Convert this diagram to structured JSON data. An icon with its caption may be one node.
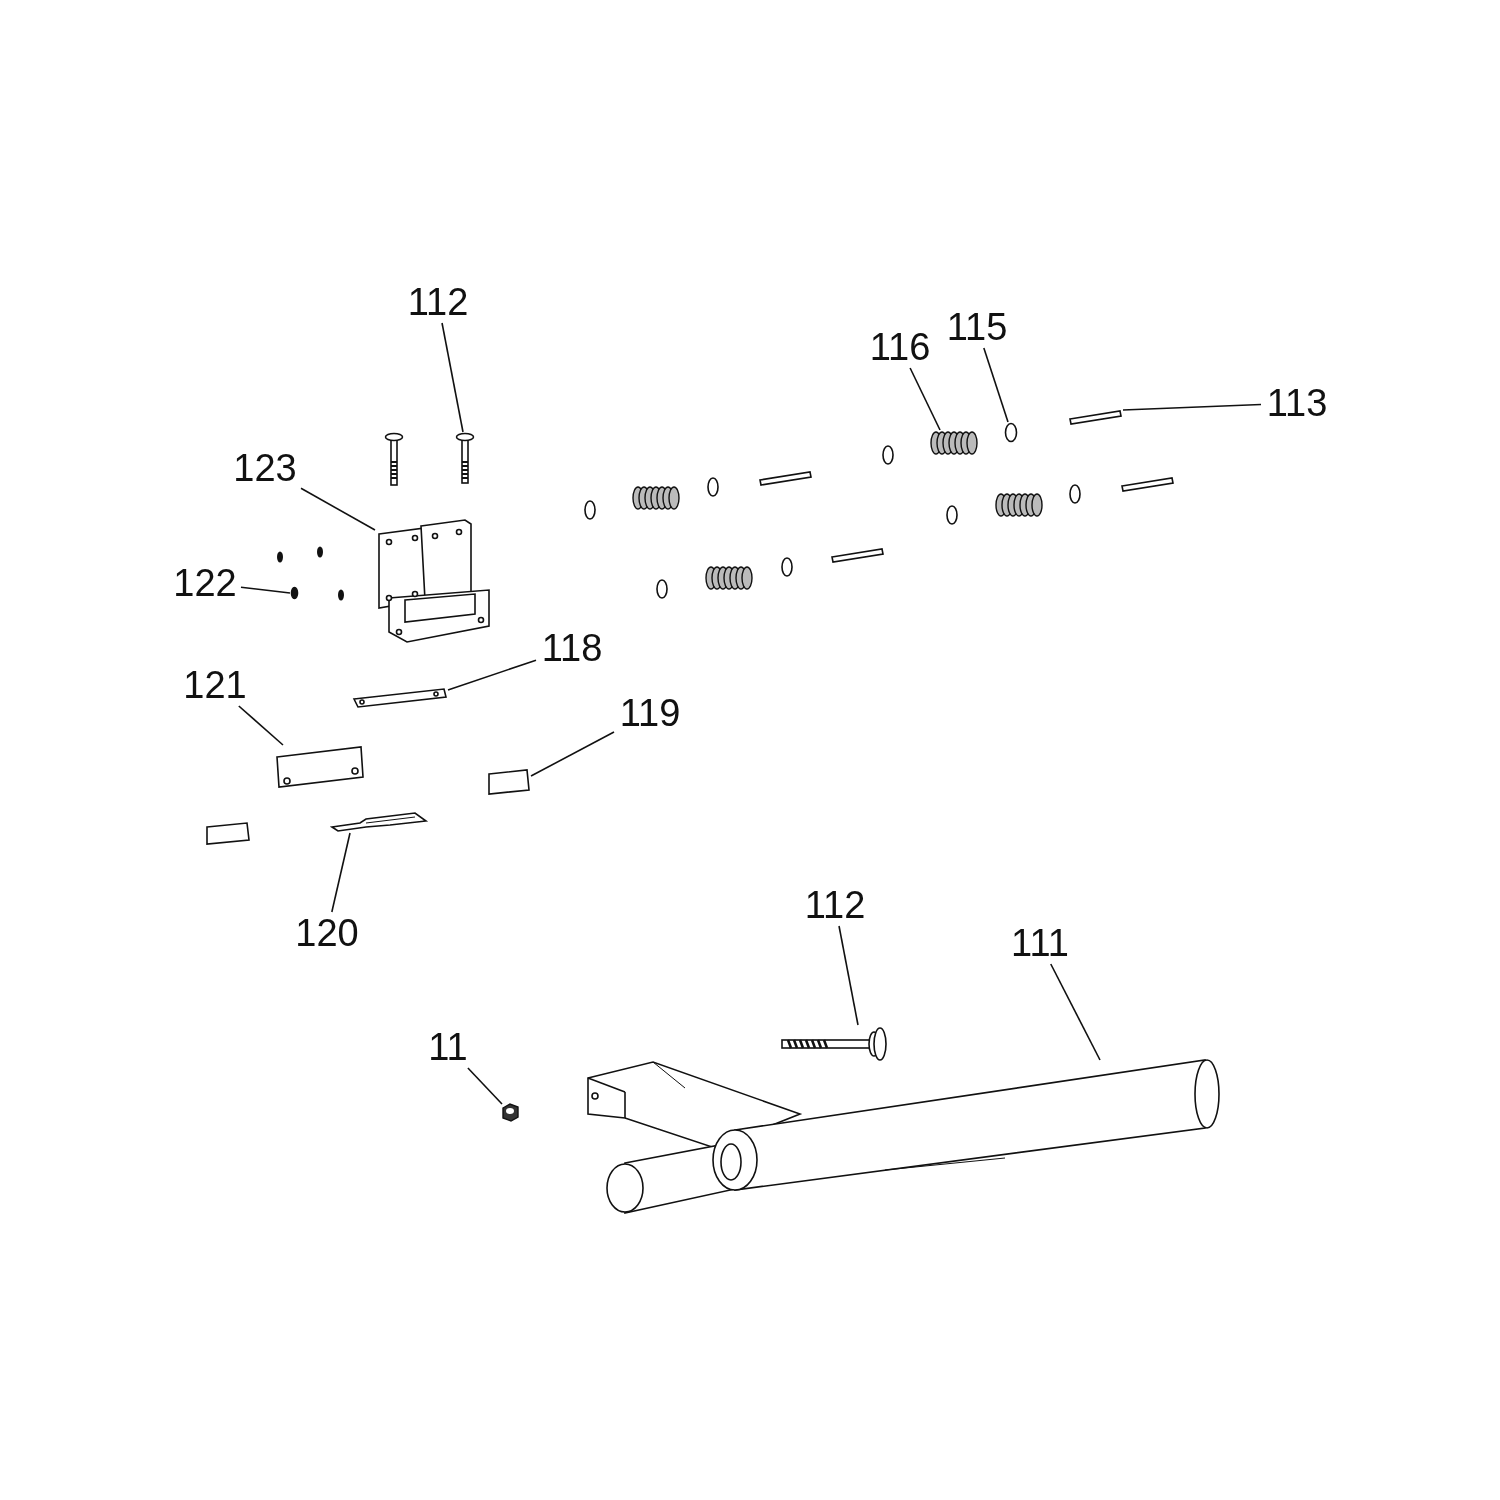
{
  "diagram": {
    "nodes": [
      {
        "text": [
          "112"
        ]
      },
      {
        "text": [
          "116"
        ]
      },
      {
        "text": [
          "115"
        ]
      },
      {
        "text": [
          "113"
        ]
      },
      {
        "text": [
          "123"
        ]
      },
      {
        "text": [
          "122"
        ]
      },
      {
        "text": [
          "118"
        ]
      },
      {
        "text": [
          "121"
        ]
      },
      {
        "text": [
          "119"
        ]
      },
      {
        "text": [
          "120"
        ]
      },
      {
        "text": [
          "112"
        ]
      },
      {
        "text": [
          "111"
        ]
      },
      {
        "text": [
          "11"
        ]
      },
      {
        "text": [],
        "shape": "picture"
      },
      {
        "text": [],
        "shape": "picture"
      },
      {
        "text": [],
        "shape": "circle"
      },
      {
        "text": [],
        "shape": "bar"
      },
      {
        "text": [],
        "shape": "picture"
      },
      {
        "text": [],
        "shape": "circle"
      },
      {
        "text": [],
        "shape": "picture"
      },
      {
        "text": [],
        "shape": "picture"
      },
      {
        "text": [],
        "shape": "box"
      },
      {
        "text": [],
        "shape": "picture"
      },
      {
        "text": [],
        "shape": "picture"
      },
      {
        "text": [],
        "shape": "picture"
      },
      {
        "text": [],
        "shape": "picture"
      },
      {
        "text": [],
        "shape": "box"
      }
    ],
    "edges": [
      {
        "from": 0,
        "to": 13,
        "arrow": "none"
      },
      {
        "from": 1,
        "to": 14,
        "arrow": "none"
      },
      {
        "from": 2,
        "to": 15,
        "arrow": "none"
      },
      {
        "from": 3,
        "to": 16,
        "arrow": "none"
      },
      {
        "from": 4,
        "to": 17,
        "arrow": "none"
      },
      {
        "from": 5,
        "to": 18,
        "arrow": "none"
      },
      {
        "from": 6,
        "to": 19,
        "arrow": "none"
      },
      {
        "from": 7,
        "to": 20,
        "arrow": "none"
      },
      {
        "from": 8,
        "to": 21,
        "arrow": "none"
      },
      {
        "from": 9,
        "to": 22,
        "arrow": "none"
      },
      {
        "from": 10,
        "to": 23,
        "arrow": "none"
      },
      {
        "from": 11,
        "to": 24,
        "arrow": "none"
      },
      {
        "from": 12,
        "to": 25,
        "arrow": "none"
      }
    ]
  }
}
